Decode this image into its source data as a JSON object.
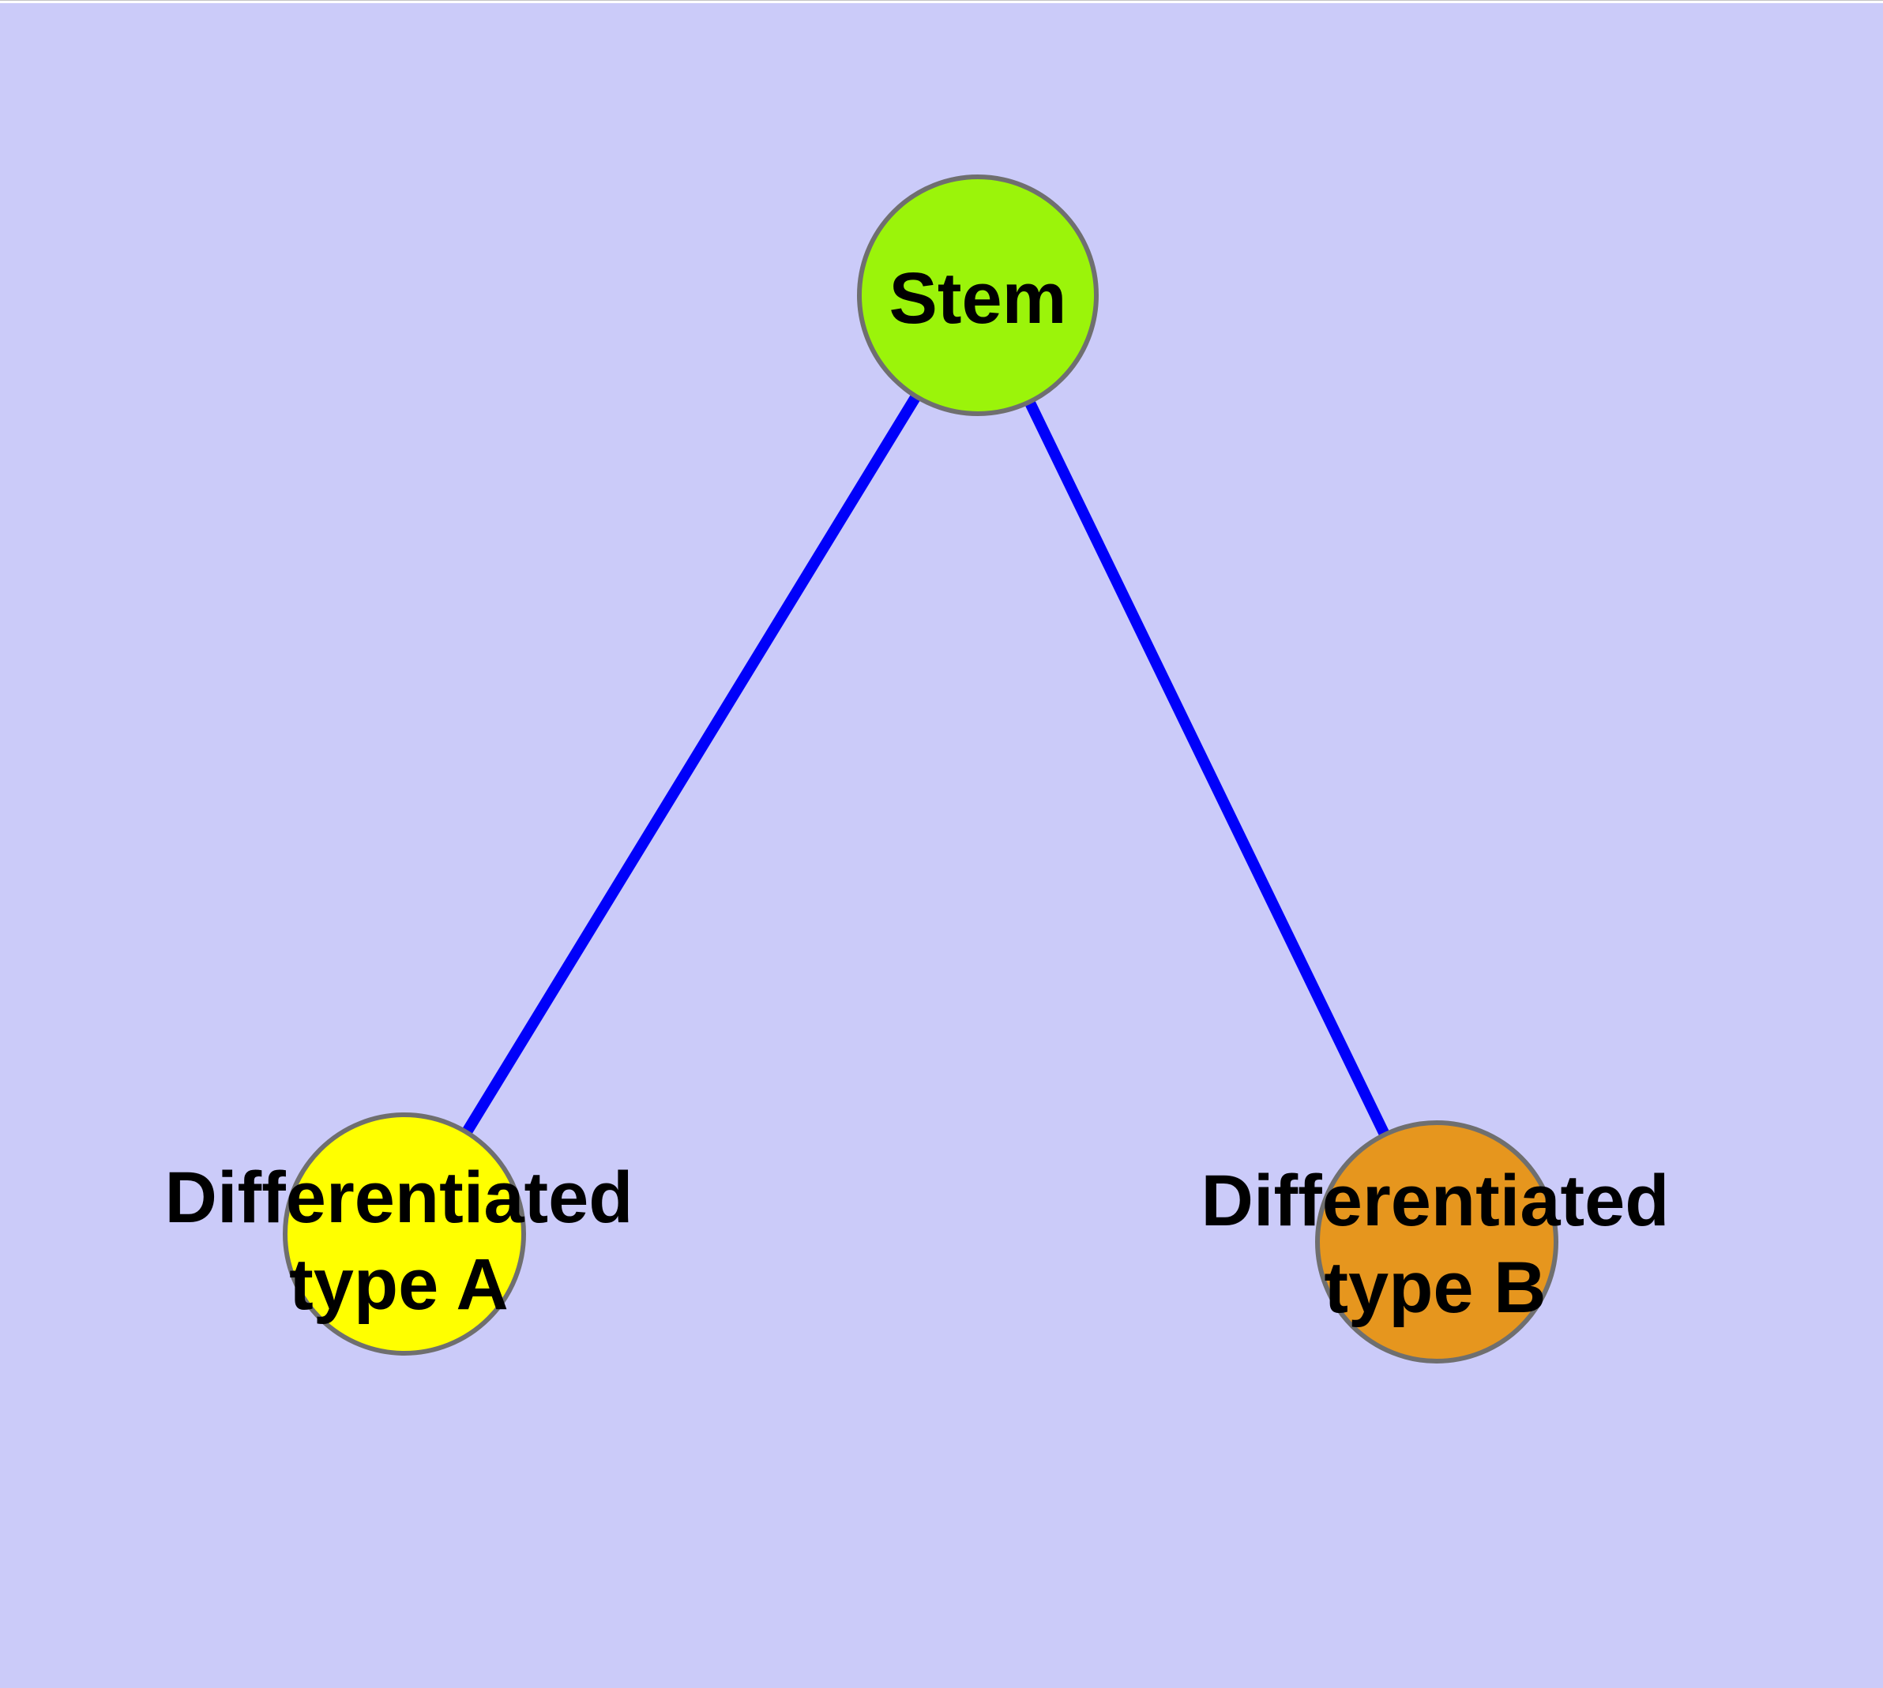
{
  "diagram": {
    "kind": "cell-differentiation-graph",
    "nodes": {
      "stem": {
        "label": "Stem",
        "fill": "#9BF40A"
      },
      "type_a": {
        "label_line1": "Differentiated",
        "label_line2": "type A",
        "fill": "#FFFF00"
      },
      "type_b": {
        "label_line1": "Differentiated",
        "label_line2": "type B",
        "fill": "#E6961E"
      }
    },
    "edges": [
      {
        "from": "Stem",
        "to": "Differentiated type A"
      },
      {
        "from": "Stem",
        "to": "Differentiated type B"
      }
    ],
    "colors": {
      "background": "#CBCBF9",
      "top_strip": "#FFFFFF",
      "edge_line": "#0000FA",
      "node_border": "#6F6F6F",
      "label_text": "#000000"
    }
  }
}
